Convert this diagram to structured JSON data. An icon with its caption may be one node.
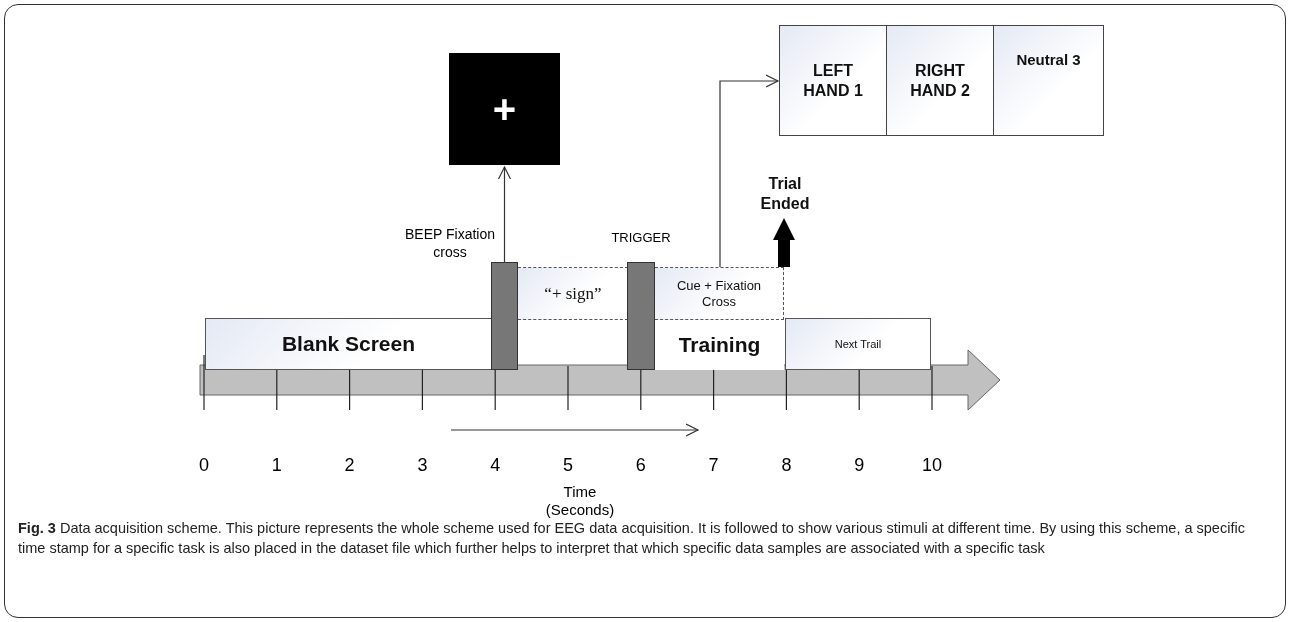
{
  "diagram": {
    "caption": "**Fig. 3** Data acquisition scheme. This picture represents the whole scheme used for EEG data acquisition. It is followed to show various stimuli at different time. By using this scheme, a specific time stamp for a specific task is also placed in the dataset file which further helps to interpret that which specific data samples are associated with a specific task",
    "nodes": [
      {
        "text": [
          "+"
        ]
      },
      {
        "text": [
          "LEFT HAND 1"
        ]
      },
      {
        "text": [
          "RIGHT HAND 2"
        ]
      },
      {
        "text": [
          "Neutral 3"
        ]
      },
      {
        "text": [],
        "shape": "bar",
        "beside": [
          "BEEP Fixation cross"
        ]
      },
      {
        "text": [
          "“+ sign”"
        ]
      },
      {
        "text": [],
        "shape": "bar",
        "beside": [
          "TRIGGER"
        ]
      },
      {
        "text": [
          "Cue + Fixation Cross"
        ]
      },
      {
        "text": [
          "Blank Screen"
        ]
      },
      {
        "text": [
          "Training"
        ]
      },
      {
        "text": [
          "Next Trail"
        ]
      },
      {
        "text": [
          "Trial Ended"
        ]
      }
    ],
    "edges": [
      {
        "from": 4,
        "to": 0,
        "arrow": "to"
      },
      {
        "from": 7,
        "to": 1,
        "arrow": "to"
      },
      {
        "from": 7,
        "to": 11,
        "arrow": "to",
        "style": "thick"
      }
    ],
    "labels": [
      "0",
      "1",
      "2",
      "3",
      "4",
      "5",
      "6",
      "7",
      "8",
      "9",
      "10",
      "Time (Seconds)"
    ]
  }
}
